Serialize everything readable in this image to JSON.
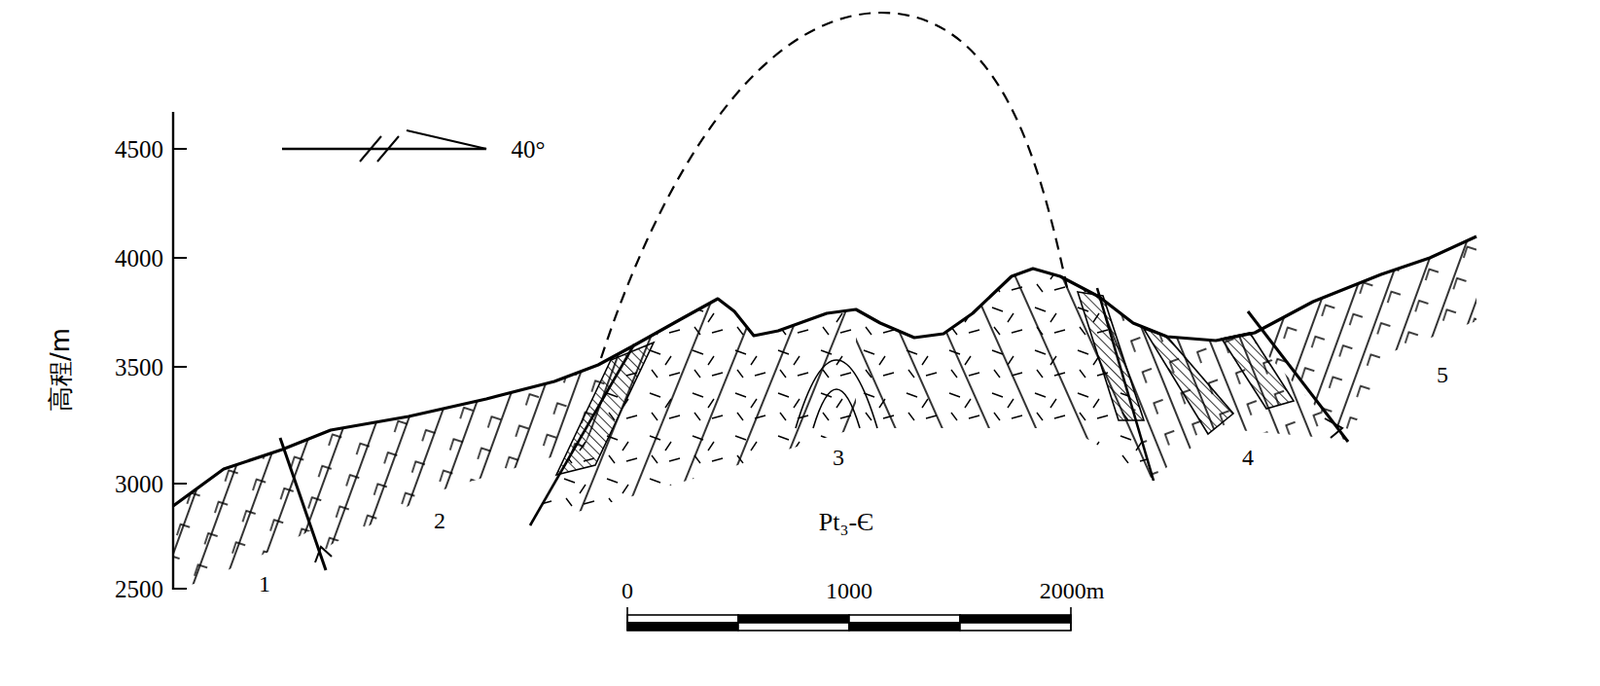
{
  "diagram": {
    "labels": [
      "4500",
      "4000",
      "3500",
      "3000",
      "2500",
      "高程/m",
      "40°",
      "1",
      "2",
      "3",
      "4",
      "5",
      "Pt₃-Є",
      "0",
      "1000",
      "2000m"
    ]
  }
}
